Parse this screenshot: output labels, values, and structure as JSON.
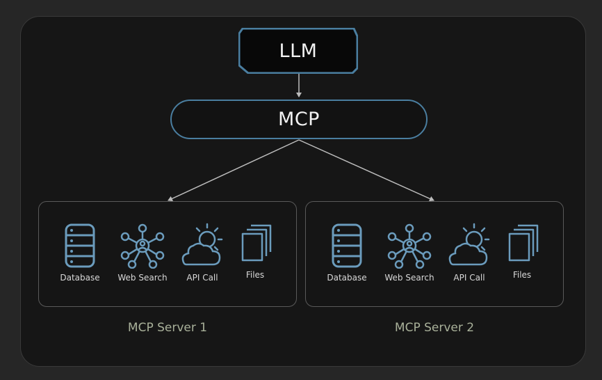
{
  "diagram": {
    "llm_label": "LLM",
    "mcp_label": "MCP",
    "servers": [
      {
        "label": "MCP Server 1",
        "tools": [
          {
            "label": "Database",
            "icon": "database-icon"
          },
          {
            "label": "Web Search",
            "icon": "web-search-icon"
          },
          {
            "label": "API Call",
            "icon": "api-call-icon"
          },
          {
            "label": "Files",
            "icon": "files-icon"
          }
        ]
      },
      {
        "label": "MCP Server 2",
        "tools": [
          {
            "label": "Database",
            "icon": "database-icon"
          },
          {
            "label": "Web Search",
            "icon": "web-search-icon"
          },
          {
            "label": "API Call",
            "icon": "api-call-icon"
          },
          {
            "label": "Files",
            "icon": "files-icon"
          }
        ]
      }
    ]
  },
  "colors": {
    "background": "#262626",
    "panel": "#161616",
    "accent_blue": "#4a7ea0",
    "connector": "#bdbdbd",
    "server_label": "#a9b19a"
  }
}
